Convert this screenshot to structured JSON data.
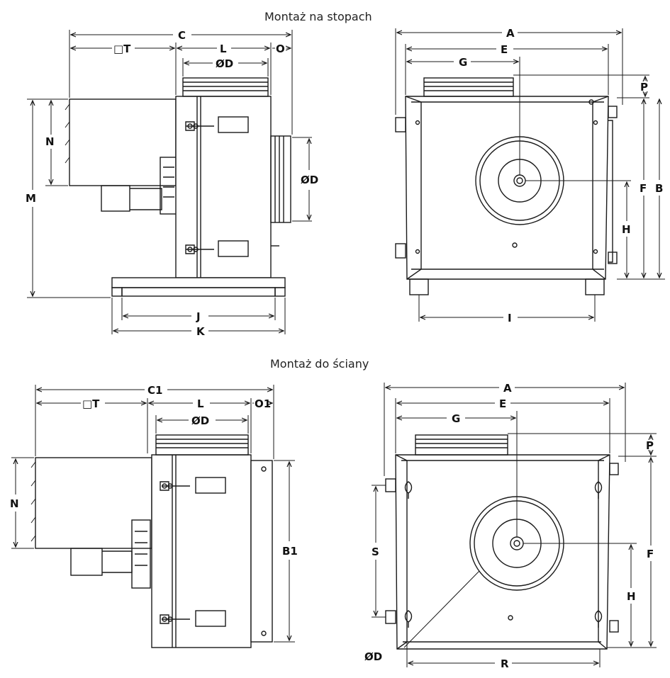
{
  "titles": {
    "feet_mount": "Montaż na stopach",
    "wall_mount": "Montaż do ściany"
  },
  "labels": {
    "A": "A",
    "B": "B",
    "B1": "B1",
    "C": "C",
    "C1": "C1",
    "D": "ØD",
    "E": "E",
    "F": "F",
    "G": "G",
    "H": "H",
    "I": "I",
    "J": "J",
    "K": "K",
    "L": "L",
    "M": "M",
    "N": "N",
    "O": "O",
    "O1": "O1",
    "P": "P",
    "R": "R",
    "S": "S",
    "T": "□T"
  },
  "colors": {
    "line": "#1a1a1a",
    "fill": "#ffffff"
  }
}
